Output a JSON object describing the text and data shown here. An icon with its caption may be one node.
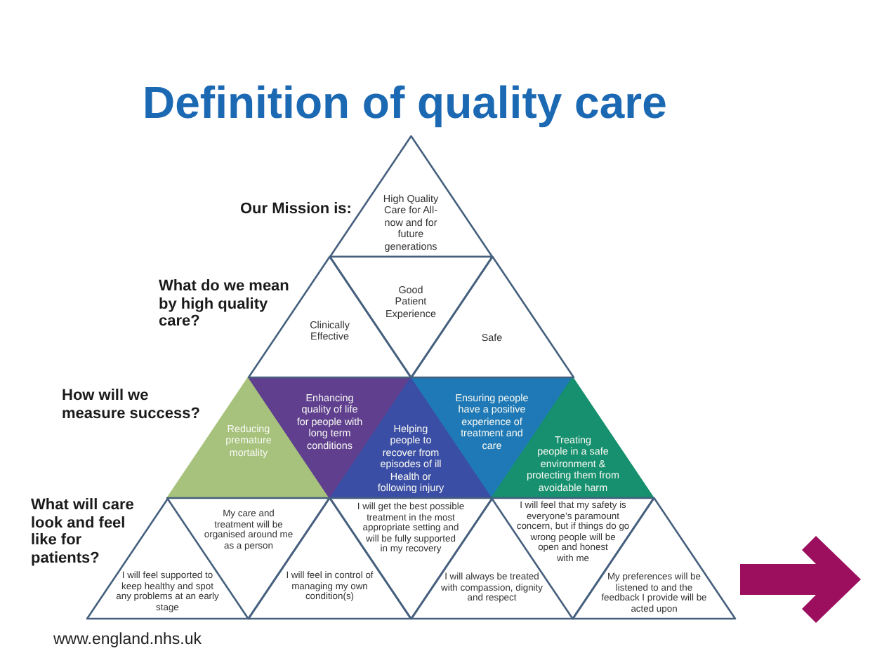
{
  "diagram": {
    "title": "Definition of quality care",
    "nodes": [
      {
        "text": [
          "High Quality Care for All- now and for future generations"
        ]
      },
      {
        "text": [
          "Clinically Effective"
        ]
      },
      {
        "text": [
          "Good Patient Experience"
        ]
      },
      {
        "text": [
          "Safe"
        ]
      },
      {
        "text": [
          "Reducing premature mortality"
        ]
      },
      {
        "text": [
          "Enhancing quality of life for people with long term conditions"
        ]
      },
      {
        "text": [
          "Helping people to recover from episodes of ill Health or following injury"
        ]
      },
      {
        "text": [
          "Ensuring people have a positive experience of treatment and care"
        ]
      },
      {
        "text": [
          "Treating people in a safe environment & protecting them from avoidable harm"
        ]
      },
      {
        "text": [
          "I will feel supported to keep healthy and spot any problems at an early stage"
        ]
      },
      {
        "text": [
          "My care and treatment will be organised around me as a person"
        ]
      },
      {
        "text": [
          "I will feel in control of managing my own condition(s)"
        ]
      },
      {
        "text": [
          "I will get the best possible treatment in the most appropriate setting and will be fully supported in my recovery"
        ]
      },
      {
        "text": [
          "I will always be treated with compassion, dignity and respect"
        ]
      },
      {
        "text": [
          "I will feel that my safety is everyone’s paramount concern, but if things do go wrong people will be open and honest with me"
        ]
      },
      {
        "text": [
          "My preferences will be listened to and the feedback I provide will be acted upon"
        ]
      }
    ],
    "labels": [
      "Our Mission is:",
      "What do we mean by high quality care?",
      "How will we measure success?",
      "What will care look and feel like for patients?",
      "www.england.nhs.uk"
    ]
  }
}
